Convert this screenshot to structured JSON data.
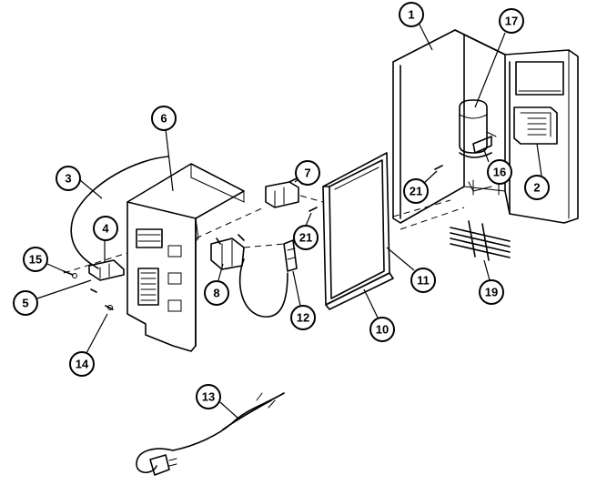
{
  "callouts": [
    {
      "id": "c1",
      "label": "1"
    },
    {
      "id": "c17",
      "label": "17"
    },
    {
      "id": "c6",
      "label": "6"
    },
    {
      "id": "c3",
      "label": "3"
    },
    {
      "id": "c7",
      "label": "7"
    },
    {
      "id": "c4",
      "label": "4"
    },
    {
      "id": "c15",
      "label": "15"
    },
    {
      "id": "c5",
      "label": "5"
    },
    {
      "id": "c8",
      "label": "8"
    },
    {
      "id": "c21a",
      "label": "21"
    },
    {
      "id": "c21b",
      "label": "21"
    },
    {
      "id": "c16",
      "label": "16"
    },
    {
      "id": "c2",
      "label": "2"
    },
    {
      "id": "c11",
      "label": "11"
    },
    {
      "id": "c12",
      "label": "12"
    },
    {
      "id": "c10",
      "label": "10"
    },
    {
      "id": "c19",
      "label": "19"
    },
    {
      "id": "c14",
      "label": "14"
    },
    {
      "id": "c13",
      "label": "13"
    }
  ]
}
